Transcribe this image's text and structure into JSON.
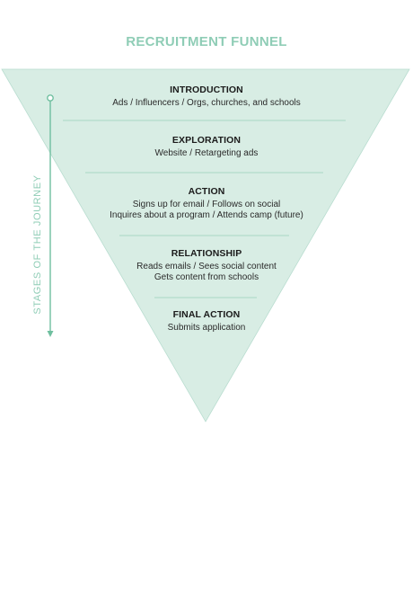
{
  "title": "RECRUITMENT FUNNEL",
  "journey_label": "STAGES OF THE JOURNEY",
  "stages": [
    {
      "title": "INTRODUCTION",
      "lines": [
        "Ads / Influencers / Orgs, churches, and schools"
      ]
    },
    {
      "title": "EXPLORATION",
      "lines": [
        "Website / Retargeting ads"
      ]
    },
    {
      "title": "ACTION",
      "lines": [
        "Signs up for email / Follows on social",
        "Inquires about a program / Attends camp (future)"
      ]
    },
    {
      "title": "RELATIONSHIP",
      "lines": [
        "Reads emails / Sees social content",
        "Gets content from schools"
      ]
    },
    {
      "title": "FINAL ACTION",
      "lines": [
        "Submits application"
      ]
    }
  ],
  "colors": {
    "funnel_fill": "#d8ede4",
    "accent": "#8fcdb6",
    "divider": "#a9d7c5"
  }
}
